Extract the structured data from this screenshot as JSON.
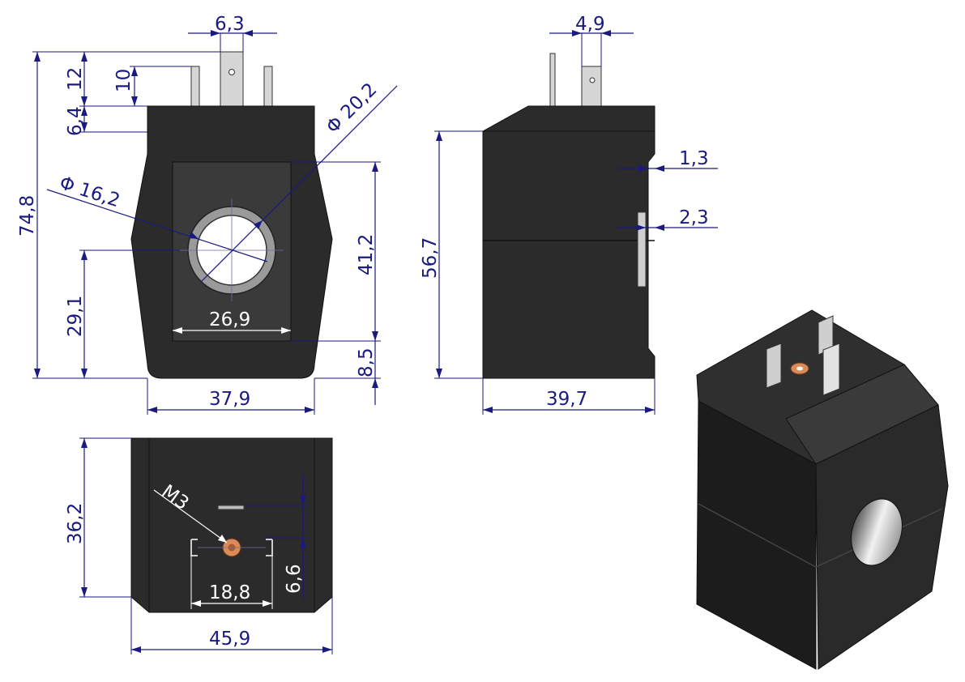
{
  "dimensions": {
    "front_pin_spacing": "6,3",
    "front_overall_height": "74,8",
    "front_pin_height": "12",
    "front_small_pin": "10",
    "front_cap_height": "6,4",
    "front_bore_outer_diam": "Φ 20,2",
    "front_bore_inner_diam": "Φ 16,2",
    "front_window_height": "41,2",
    "front_bore_center_height": "29,1",
    "front_window_width": "26,9",
    "front_bottom_offset": "8,5",
    "front_width": "37,9",
    "side_pin_width": "4,9",
    "side_step_1": "1,3",
    "side_step_2": "2,3",
    "side_height": "56,7",
    "side_width": "39,7",
    "top_height": "36,2",
    "top_thread": "M3",
    "top_pin_spacing": "18,8",
    "top_pin_offset": "6,6",
    "top_width": "45,9"
  },
  "colors": {
    "dimension": "#1a1a80",
    "body": "#2b2b2b",
    "pin": "#d6d6d6",
    "nut": "#d98c5a"
  }
}
